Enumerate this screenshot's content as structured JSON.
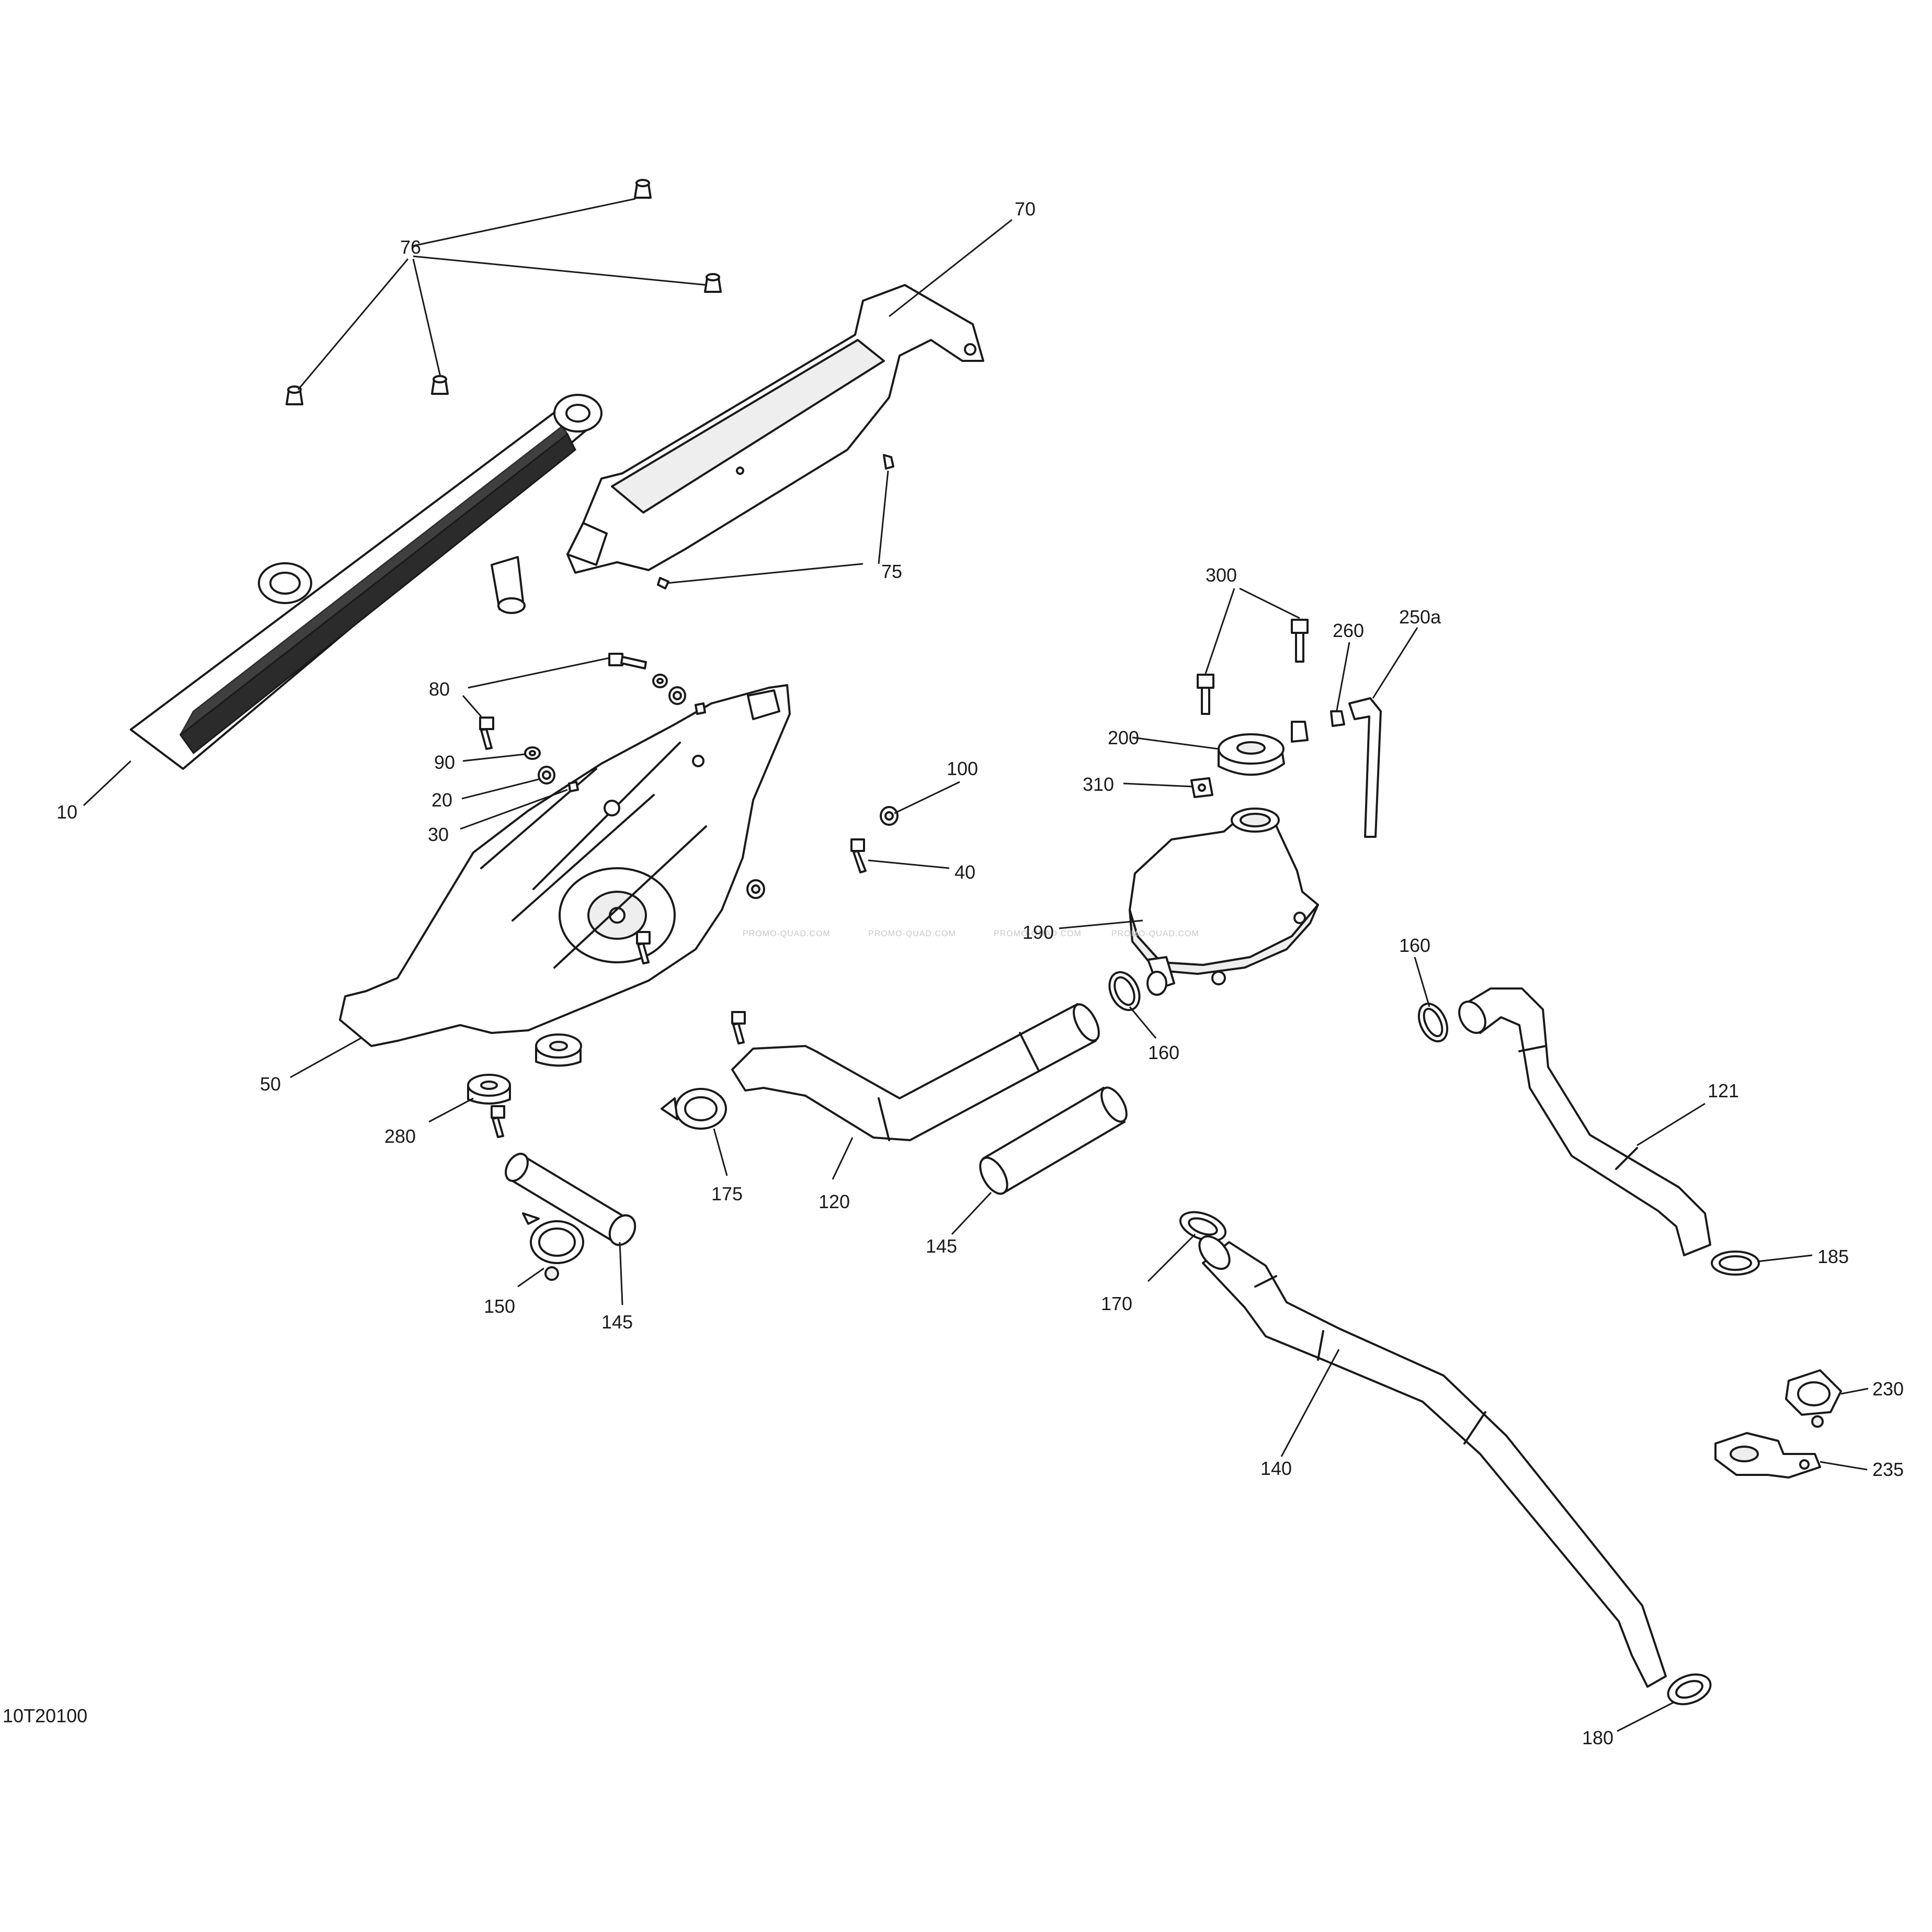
{
  "drawing_code": "10T20100",
  "watermark": "PROMO-QUAD.COM",
  "callouts": {
    "c10": "10",
    "c20": "20",
    "c30": "30",
    "c40": "40",
    "c50": "50",
    "c70": "70",
    "c75": "75",
    "c76": "76",
    "c80": "80",
    "c90": "90",
    "c100": "100",
    "c120": "120",
    "c121": "121",
    "c140": "140",
    "c145a": "145",
    "c145b": "145",
    "c150": "150",
    "c160a": "160",
    "c160b": "160",
    "c170": "170",
    "c175": "175",
    "c180": "180",
    "c185": "185",
    "c190": "190",
    "c200": "200",
    "c230": "230",
    "c235": "235",
    "c250a": "250a",
    "c260": "260",
    "c280": "280",
    "c300": "300",
    "c310": "310"
  },
  "colors": {
    "line": "#1a1a1a",
    "background": "#ffffff",
    "watermark": "#c8c8c8"
  }
}
